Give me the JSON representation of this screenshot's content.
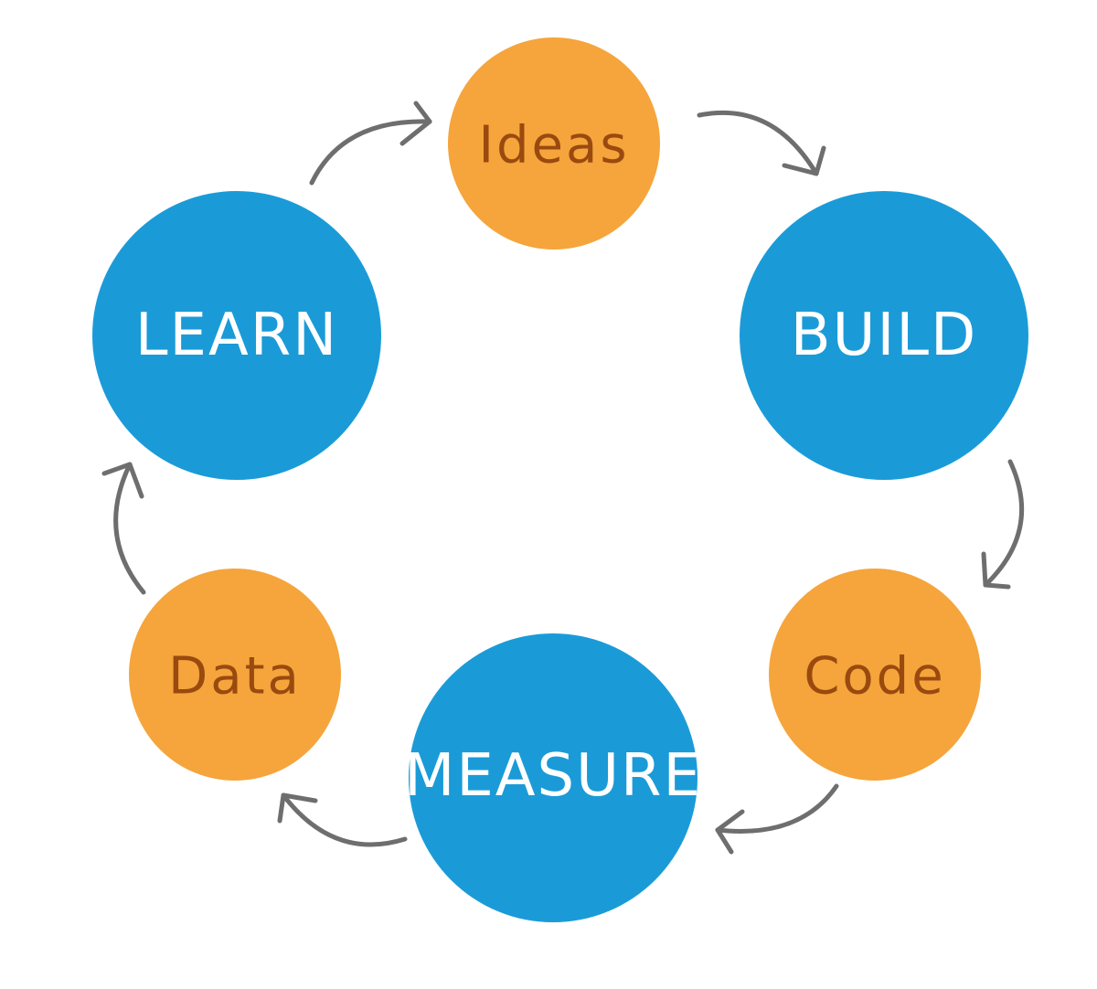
{
  "colors": {
    "big_node": "#1a9bd8",
    "small_node": "#f5a53b",
    "big_text": "#ffffff",
    "small_text": "#9a4a0f",
    "arrow": "#6e6e6e",
    "background": "#ffffff"
  },
  "nodes": {
    "ideas": {
      "label": "Ideas"
    },
    "build": {
      "label": "BUILD"
    },
    "code": {
      "label": "Code"
    },
    "measure": {
      "label": "MEASURE"
    },
    "data": {
      "label": "Data"
    },
    "learn": {
      "label": "LEARN"
    }
  },
  "cycle_order": [
    "ideas",
    "build",
    "code",
    "measure",
    "data",
    "learn"
  ],
  "arrow_direction": "clockwise"
}
